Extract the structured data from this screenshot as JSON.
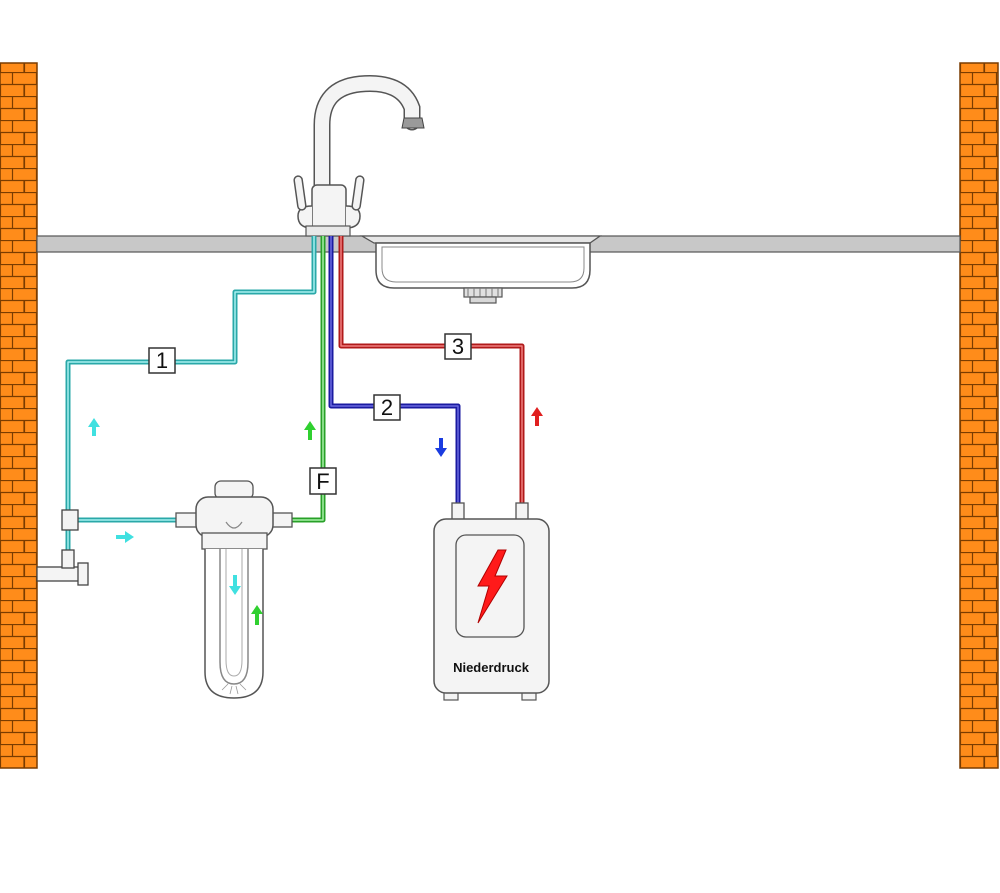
{
  "labels": {
    "pipe_1": "1",
    "pipe_2": "2",
    "pipe_3": "3",
    "filter": "F",
    "heater": "Niederdruck"
  },
  "colors": {
    "brick": "#ff8c1a",
    "mortar": "#7a3c00",
    "counter": "#c8c8c8",
    "cold_water": "#2aa8a8",
    "filtered_water": "#28a028",
    "to_heater": "#1a1aa0",
    "hot_water": "#b01a1a",
    "arrow_cyan": "#40e0e0",
    "arrow_green": "#30d030",
    "arrow_blue": "#1a3ce0",
    "arrow_red": "#e02020",
    "lightning": "#ff1a1a"
  },
  "icons": [
    "faucet-icon",
    "sink-icon",
    "water-filter-icon",
    "water-heater-icon",
    "lightning-icon",
    "angle-valve-icon"
  ]
}
